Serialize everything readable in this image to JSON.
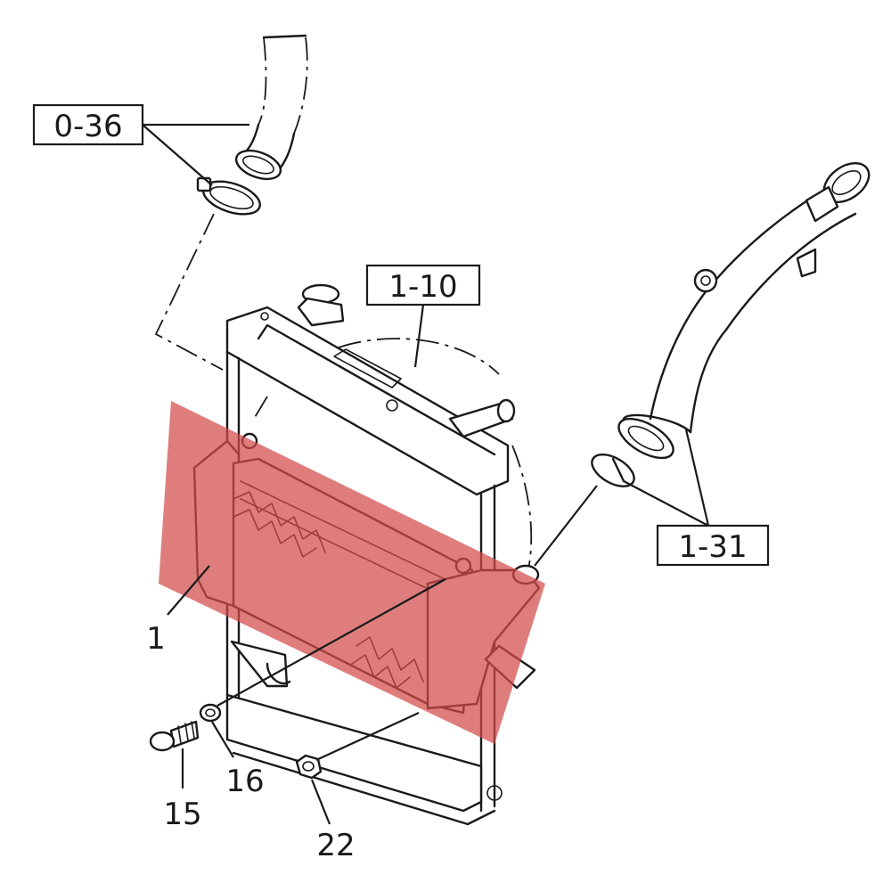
{
  "callouts": {
    "hose_upper": "0-36",
    "radiator": "1-10",
    "intake_pipe": "1-31",
    "intercooler": "1",
    "bolt": "15",
    "washer": "16",
    "nut": "22"
  },
  "highlight": {
    "target": "intercooler",
    "color": "#d24b4b",
    "opacity": 0.72
  }
}
